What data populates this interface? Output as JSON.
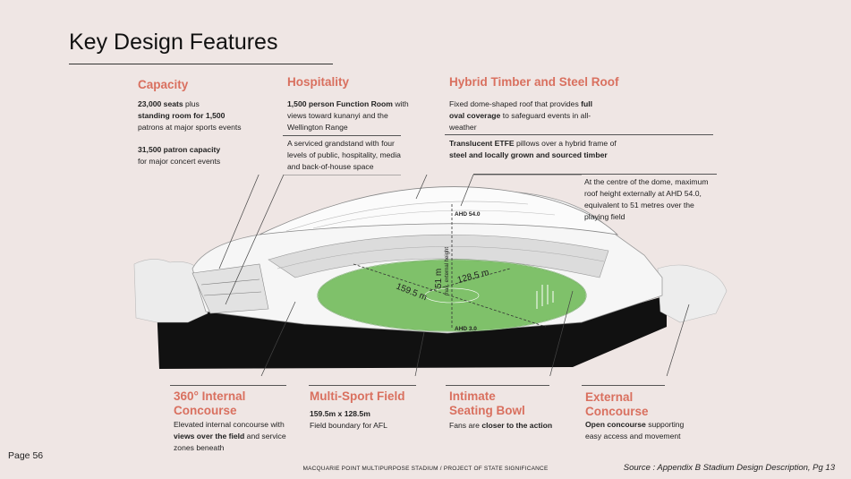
{
  "title": "Key Design Features",
  "capacity": {
    "heading": "Capacity",
    "line1_bold": "23,000 seats",
    "line1_rest": " plus",
    "line2_bold": "standing room for 1,500",
    "line3": "patrons at major sports events",
    "line4_bold": "31,500 patron capacity",
    "line5": "for major concert events"
  },
  "hospitality": {
    "heading": "Hospitality",
    "p1_bold": "1,500 person Function Room",
    "p1_rest1": " with",
    "p1_line2": "views toward kunanyi and the",
    "p1_line3": "Wellington Range",
    "p2_line1": "A serviced grandstand with four",
    "p2_line2": "levels of public, hospitality, media",
    "p2_line3": "and back-of-house space"
  },
  "roof": {
    "heading": "Hybrid Timber and Steel Roof",
    "p1_line1a": "Fixed dome-shaped roof that provides ",
    "p1_line1b": "full",
    "p1_line2a": "oval coverage",
    "p1_line2b": " to safeguard events in all-",
    "p1_line3": "weather",
    "p2_line1a": "Translucent ETFE",
    "p2_line1b": " pillows over a hybrid frame of",
    "p2_line2": "steel and locally grown and sourced timber",
    "p3_line1": "At the centre of the dome, maximum",
    "p3_line2": "roof height externally at AHD 54.0,",
    "p3_line3": "equivalent to 51 metres over the",
    "p3_line4": "playing field"
  },
  "diagram": {
    "ahd_top": "AHD 54.0",
    "ahd_bottom": "AHD 3.0",
    "height": "51 m",
    "height_sub": "max. external height",
    "length": "159.5 m",
    "width": "128.5 m"
  },
  "concourse": {
    "heading1": "360° Internal",
    "heading2": "Concourse",
    "line1": "Elevated internal concourse with",
    "line2_bold": "views over the field",
    "line2_rest": " and service",
    "line3": "zones beneath"
  },
  "field": {
    "heading": "Multi-Sport Field",
    "line1_bold": "159.5m x 128.5m",
    "line2": "Field boundary for AFL"
  },
  "bowl": {
    "heading1": "Intimate",
    "heading2": "Seating Bowl",
    "line1a": "Fans are ",
    "line1b": "closer to the action"
  },
  "external": {
    "heading1": "External",
    "heading2": "Concourse",
    "line1a": "Open concourse",
    "line1b": " supporting",
    "line2": "easy access and movement"
  },
  "footer": {
    "page": "Page 56",
    "center": "MACQUARIE POINT MULTIPURPOSE STADIUM / PROJECT OF STATE SIGNIFICANCE",
    "source": "Source : Appendix B Stadium Design Description, Pg 13"
  },
  "colors": {
    "accent": "#d9705f",
    "background": "#efe6e4",
    "field": "#7fc16a"
  }
}
